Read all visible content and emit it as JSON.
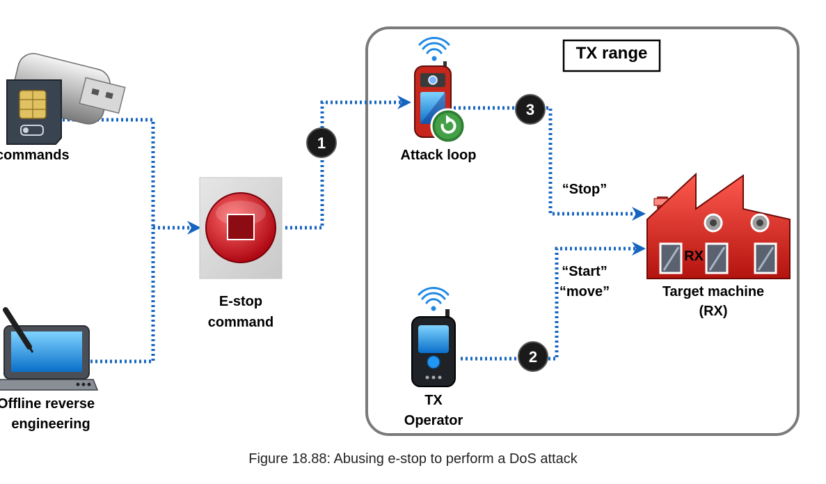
{
  "colors": {
    "arrow": "#1565c0",
    "factory": "#e2231a",
    "badge": "#1a1a1a",
    "estop": "#c0161b",
    "phone_red": "#c6261c",
    "screen_blue": "#2196f3"
  },
  "labels": {
    "commands": "commands",
    "offline_line1": "Offline reverse",
    "offline_line2": "engineering",
    "estop_line1": "E-stop",
    "estop_line2": "command",
    "attack_loop": "Attack loop",
    "tx_range": "TX range",
    "stop": "“Stop”",
    "start": "“Start”",
    "move": "“move”",
    "target_line1": "Target machine",
    "target_line2": "(RX)",
    "rx": "RX",
    "tx_line1": "TX",
    "tx_line2": "Operator"
  },
  "badges": [
    "1",
    "2",
    "3"
  ],
  "caption": "Figure 18.88: Abusing e-stop to perform a DoS attack"
}
